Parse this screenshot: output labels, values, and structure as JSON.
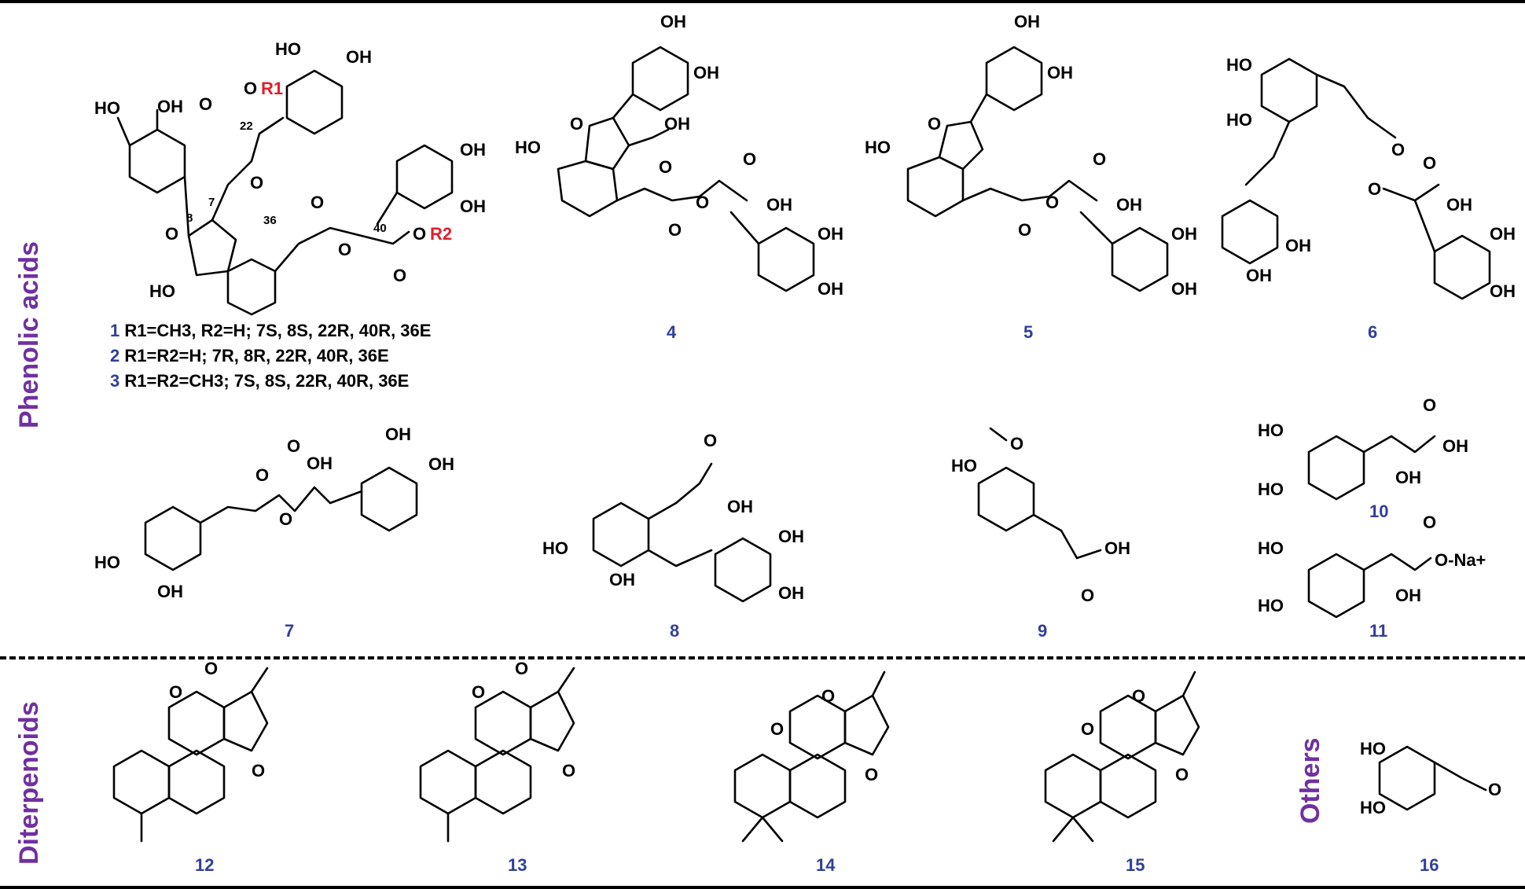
{
  "sections": {
    "phenolic": "Phenolic acids",
    "diterpenoids": "Diterpenoids",
    "others": "Others"
  },
  "compounds": {
    "c4": "4",
    "c5": "5",
    "c6": "6",
    "c7": "7",
    "c8": "8",
    "c9": "9",
    "c10": "10",
    "c11": "11",
    "c12": "12",
    "c13": "13",
    "c14": "14",
    "c15": "15",
    "c16": "16"
  },
  "legend": {
    "l1_num": "1",
    "l1_text": "R1=CH3, R2=H; 7S, 8S, 22R, 40R, 36E",
    "l2_num": "2",
    "l2_text": "R1=R2=H; 7R, 8R, 22R, 40R, 36E",
    "l3_num": "3",
    "l3_text": "R1=R2=CH3; 7S, 8S, 22R, 40R, 36E"
  },
  "atoms": {
    "oh": "OH",
    "ho": "HO",
    "o": "O",
    "or1": "O",
    "r1": "R1",
    "or2": "O",
    "r2": "R2",
    "na": "O-Na+",
    "n8": "8",
    "n7": "7",
    "n22": "22",
    "n36": "36",
    "n40": "40"
  },
  "colors": {
    "section": "#7030a0",
    "number": "#2f3f9a",
    "rgroup": "#e0202a"
  }
}
